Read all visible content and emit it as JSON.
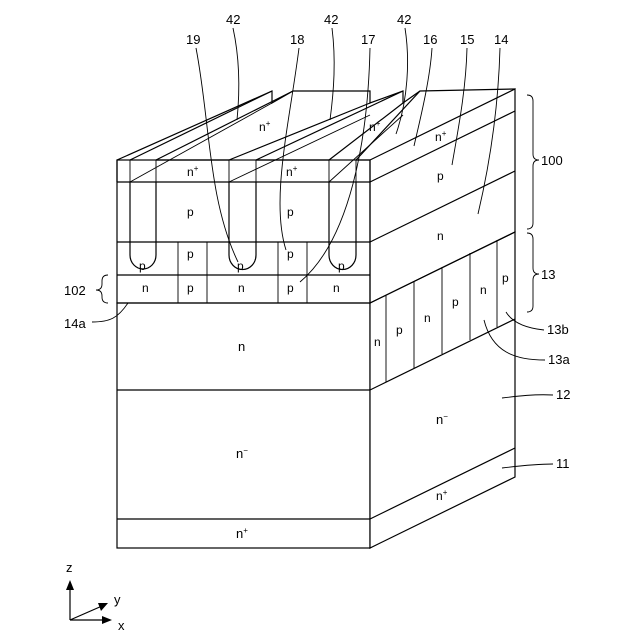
{
  "refs": {
    "r42a": "42",
    "r42b": "42",
    "r42c": "42",
    "r19": "19",
    "r18": "18",
    "r17": "17",
    "r16": "16",
    "r15": "15",
    "r14": "14",
    "r100": "100",
    "r13": "13",
    "r102": "102",
    "r14a": "14a",
    "r13b": "13b",
    "r13a": "13a",
    "r12": "12",
    "r11": "11"
  },
  "regions": {
    "p": "p",
    "n": "n",
    "n_base": "n",
    "sup_plus": "+",
    "sup_minus": "−"
  },
  "axes": {
    "z": "z",
    "y": "y",
    "x": "x"
  }
}
